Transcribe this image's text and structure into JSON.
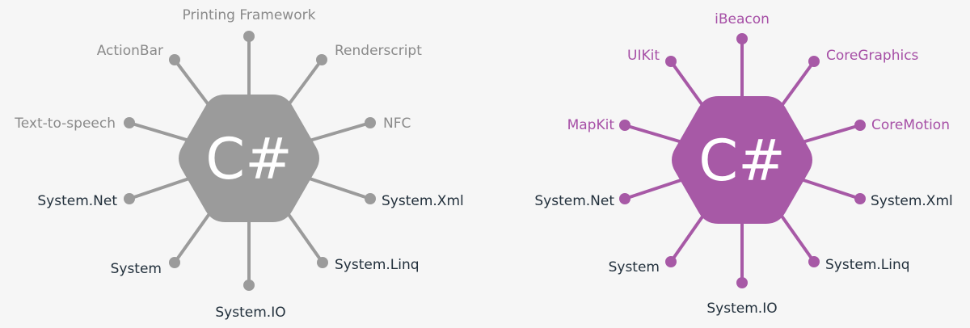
{
  "colors": {
    "background": "#f6f6f6",
    "android_accent": "#9b9b9b",
    "android_label": "#8a8a8a",
    "ios_accent": "#a759a6",
    "ios_label": "#a64fa6",
    "shared_label": "#22303c",
    "core_text": "#ffffff"
  },
  "diagrams": [
    {
      "id": "android",
      "core_label": "C#",
      "accent_color": "#9b9b9b",
      "platform_label_color": "#8a8a8a",
      "nodes": [
        {
          "label": "Printing Framework",
          "group": "platform"
        },
        {
          "label": "Renderscript",
          "group": "platform"
        },
        {
          "label": "NFC",
          "group": "platform"
        },
        {
          "label": "System.Xml",
          "group": "shared"
        },
        {
          "label": "System.Linq",
          "group": "shared"
        },
        {
          "label": "System.IO",
          "group": "shared"
        },
        {
          "label": "System",
          "group": "shared"
        },
        {
          "label": "System.Net",
          "group": "shared"
        },
        {
          "label": "Text-to-speech",
          "group": "platform"
        },
        {
          "label": "ActionBar",
          "group": "platform"
        }
      ]
    },
    {
      "id": "ios",
      "core_label": "C#",
      "accent_color": "#a759a6",
      "platform_label_color": "#a64fa6",
      "nodes": [
        {
          "label": "iBeacon",
          "group": "platform"
        },
        {
          "label": "CoreGraphics",
          "group": "platform"
        },
        {
          "label": "CoreMotion",
          "group": "platform"
        },
        {
          "label": "System.Xml",
          "group": "shared"
        },
        {
          "label": "System.Linq",
          "group": "shared"
        },
        {
          "label": "System.IO",
          "group": "shared"
        },
        {
          "label": "System",
          "group": "shared"
        },
        {
          "label": "System.Net",
          "group": "shared"
        },
        {
          "label": "MapKit",
          "group": "platform"
        },
        {
          "label": "UIKit",
          "group": "platform"
        }
      ]
    }
  ]
}
